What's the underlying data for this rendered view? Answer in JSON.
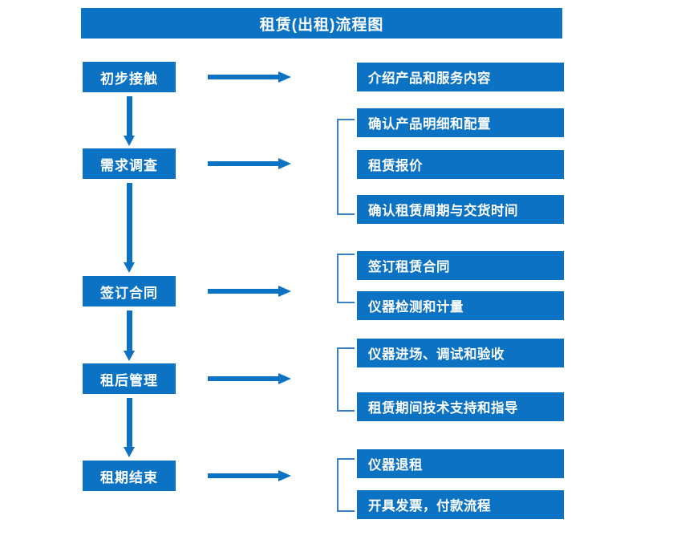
{
  "diagram": {
    "title": "租赁(出租)流程图",
    "accent_color": "#0b72c4",
    "bracket_color": "#3a7fbf",
    "text_color": "#ffffff",
    "background_color": "#ffffff"
  },
  "stages": [
    {
      "label": "初步接触"
    },
    {
      "label": "需求调查"
    },
    {
      "label": "签订合同"
    },
    {
      "label": "租后管理"
    },
    {
      "label": "租期结束"
    }
  ],
  "details": [
    {
      "label": "介绍产品和服务内容"
    },
    {
      "label": "确认产品明细和配置"
    },
    {
      "label": "租赁报价"
    },
    {
      "label": "确认租赁周期与交货时间"
    },
    {
      "label": "签订租赁合同"
    },
    {
      "label": "仪器检测和计量"
    },
    {
      "label": "仪器进场、调试和验收"
    },
    {
      "label": "租赁期间技术支持和指导"
    },
    {
      "label": "仪器退租"
    },
    {
      "label": "开具发票，付款流程"
    }
  ]
}
